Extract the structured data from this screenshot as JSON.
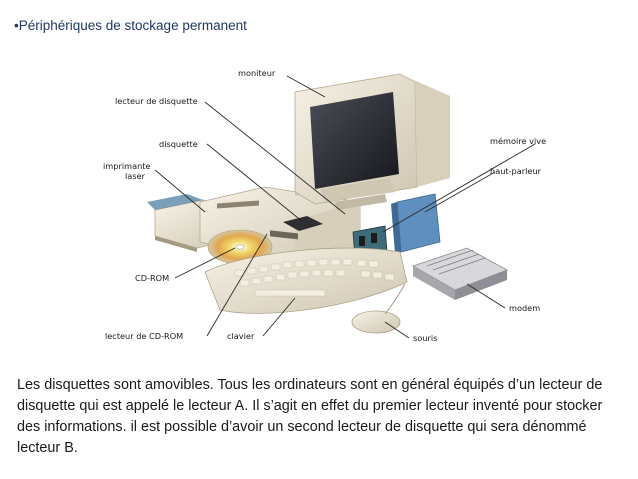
{
  "heading": "•Périphériques de stockage permanent",
  "figure": {
    "labels": {
      "moniteur": "moniteur",
      "lecteur_disquette": "lecteur de disquette",
      "disquette": "disquette",
      "imprimante_line1": "imprimante",
      "imprimante_line2": "laser",
      "memoire_vive": "mémoire vive",
      "haut_parleur": "haut-parleur",
      "cdrom": "CD-ROM",
      "modem": "modem",
      "lecteur_cdrom": "lecteur de CD-ROM",
      "clavier": "clavier",
      "souris": "souris"
    }
  },
  "paragraph": "Les disquettes sont amovibles. Tous les ordinateurs sont en général équipés d’un lecteur de disquette qui est appelé le lecteur A. Il s’agit en effet du premier lecteur inventé pour stocker des informations. il est possible d’avoir un second lecteur de disquette qui sera dénommé lecteur B.",
  "colors": {
    "heading": "#1f3864",
    "beige": "#ece4d2",
    "screen": "#222428",
    "ram_board": "#3d6b7a",
    "drive_blue": "#5b86b5"
  }
}
